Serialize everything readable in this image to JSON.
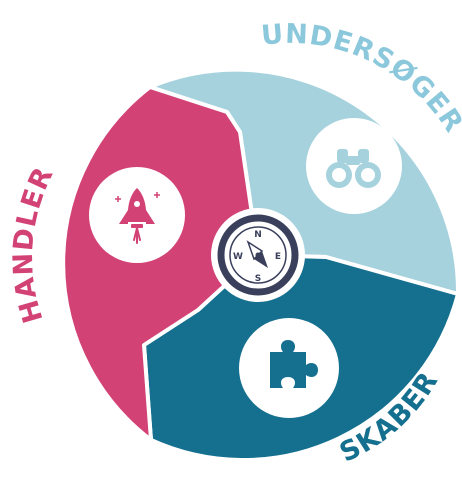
{
  "segments": [
    {
      "label": "UNDERSØGER",
      "color": "#a6d2de",
      "icon": "binoculars-icon"
    },
    {
      "label": "SKABER",
      "color": "#156f8f",
      "icon": "puzzle-piece-icon"
    },
    {
      "label": "HANDLER",
      "color": "#d24275",
      "icon": "rocket-icon"
    }
  ],
  "label_colors": {
    "undersoger": "#8cc8dc",
    "skaber": "#156f8f",
    "handler": "#d24275"
  },
  "center": {
    "icon": "compass-icon",
    "outline_color": "#3a3f5c",
    "needle_color": "#3a3f5c",
    "letters": {
      "north": "N",
      "east": "E",
      "south": "S",
      "west": "W"
    }
  },
  "icon_circle_color": "#ffffff"
}
